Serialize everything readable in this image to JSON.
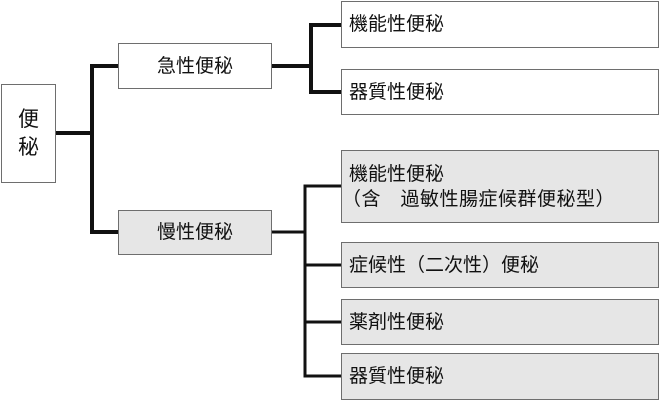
{
  "root": {
    "chars": [
      "便",
      "秘"
    ]
  },
  "acute": {
    "label": "急性便秘",
    "children": [
      "機能性便秘",
      "器質性便秘"
    ]
  },
  "chronic": {
    "label": "慢性便秘",
    "children": [
      {
        "line1": "機能性便秘",
        "line2": "（含　過敏性腸症候群便秘型）"
      },
      {
        "line1": "症候性（二次性）便秘"
      },
      {
        "line1": "薬剤性便秘"
      },
      {
        "line1": "器質性便秘"
      }
    ]
  },
  "colors": {
    "line": "#111111",
    "border": "#6e6e6e",
    "chronic_fill": "#e6e6e6",
    "acute_fill": "#ffffff"
  }
}
